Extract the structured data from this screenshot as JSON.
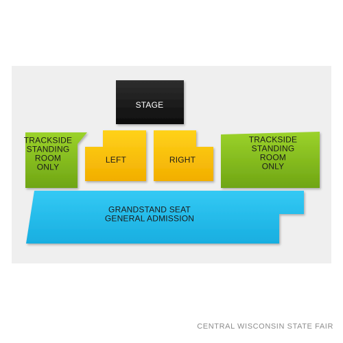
{
  "venue": {
    "name": "CENTRAL WISCONSIN STATE FAIR"
  },
  "sections": {
    "stage": {
      "lines": [
        "STAGE"
      ],
      "color": "#1f1f1f",
      "text_color": "#ffffff"
    },
    "trackside_left": {
      "lines": [
        "TRACKSIDE",
        "STANDING",
        "ROOM",
        "ONLY"
      ],
      "color": "#8cc21f",
      "text_color": "#1a1a1a"
    },
    "left": {
      "lines": [
        "LEFT"
      ],
      "color": "#f5c400",
      "text_color": "#1a1a1a"
    },
    "right": {
      "lines": [
        "RIGHT"
      ],
      "color": "#f5c400",
      "text_color": "#1a1a1a"
    },
    "trackside_right": {
      "lines": [
        "TRACKSIDE",
        "STANDING",
        "ROOM",
        "ONLY"
      ],
      "color": "#8cc21f",
      "text_color": "#1a1a1a"
    },
    "grandstand": {
      "lines": [
        "GRANDSTAND SEAT",
        "GENERAL ADMISSION"
      ],
      "color": "#29c0ee",
      "text_color": "#1a1a1a"
    }
  },
  "colors": {
    "background_panel": "#efefef",
    "caption": "#8c8c8c"
  }
}
